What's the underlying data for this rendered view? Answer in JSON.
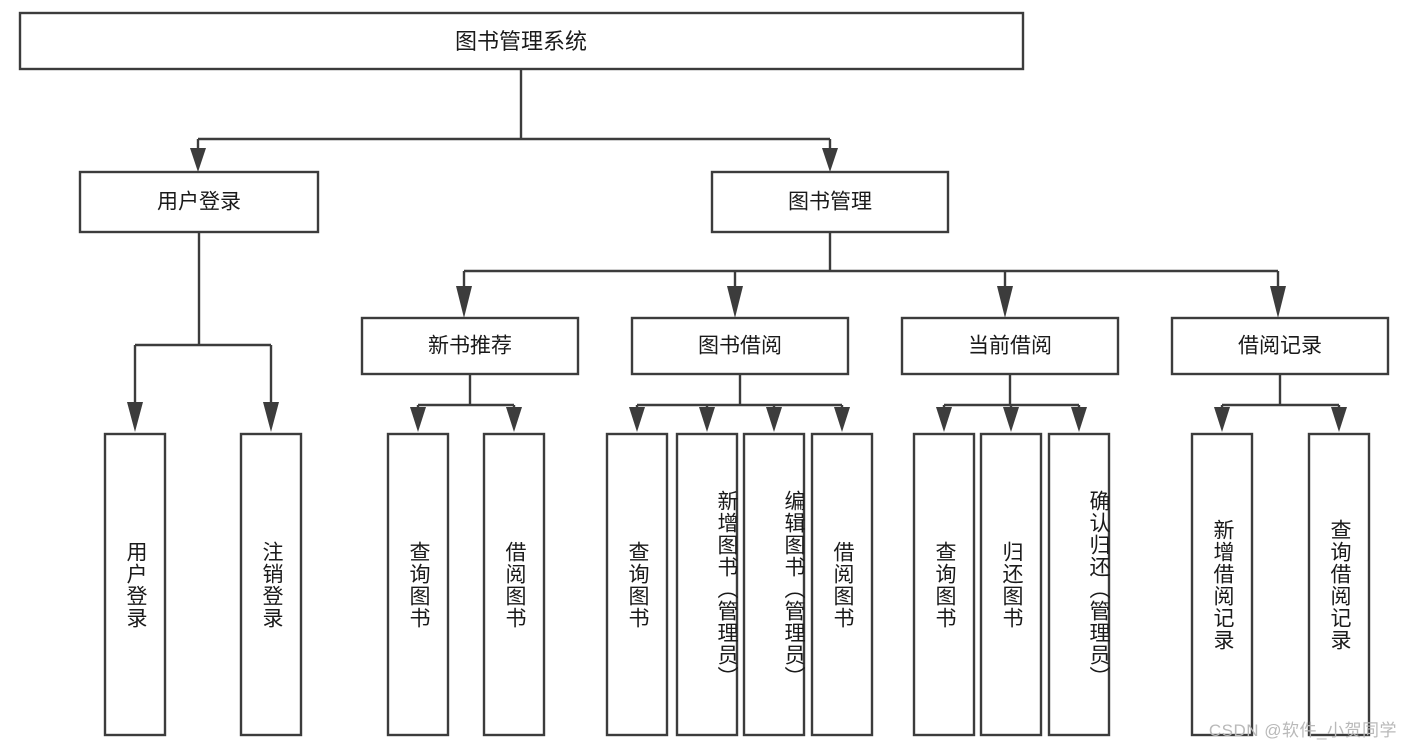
{
  "diagram": {
    "title": "图书管理系统",
    "type": "tree-hierarchy-diagram",
    "colors": {
      "box_stroke": "#3c3c3c",
      "box_fill": "#ffffff",
      "connector": "#3c3c3c",
      "text": "#1a1a1a",
      "watermark": "#b9b9b9",
      "background": "#ffffff"
    },
    "root": {
      "label": "图书管理系统"
    },
    "level1": [
      {
        "label": "用户登录"
      },
      {
        "label": "图书管理"
      }
    ],
    "level2": [
      {
        "label": "新书推荐"
      },
      {
        "label": "图书借阅"
      },
      {
        "label": "当前借阅"
      },
      {
        "label": "借阅记录"
      }
    ],
    "leaves": {
      "user_login": [
        {
          "label": "用户登录"
        },
        {
          "label": "注销登录"
        }
      ],
      "new_book_recommend": [
        {
          "label": "查询图书"
        },
        {
          "label": "借阅图书"
        }
      ],
      "book_borrow": [
        {
          "label": "查询图书"
        },
        {
          "label": "新增图书（管理员）"
        },
        {
          "label": "编辑图书（管理员）"
        },
        {
          "label": "借阅图书"
        }
      ],
      "current_borrow": [
        {
          "label": "查询图书"
        },
        {
          "label": "归还图书"
        },
        {
          "label": "确认归还（管理员）"
        }
      ],
      "borrow_record": [
        {
          "label": "新增借阅记录"
        },
        {
          "label": "查询借阅记录"
        }
      ]
    },
    "watermark": "CSDN @软件_小贺同学"
  }
}
